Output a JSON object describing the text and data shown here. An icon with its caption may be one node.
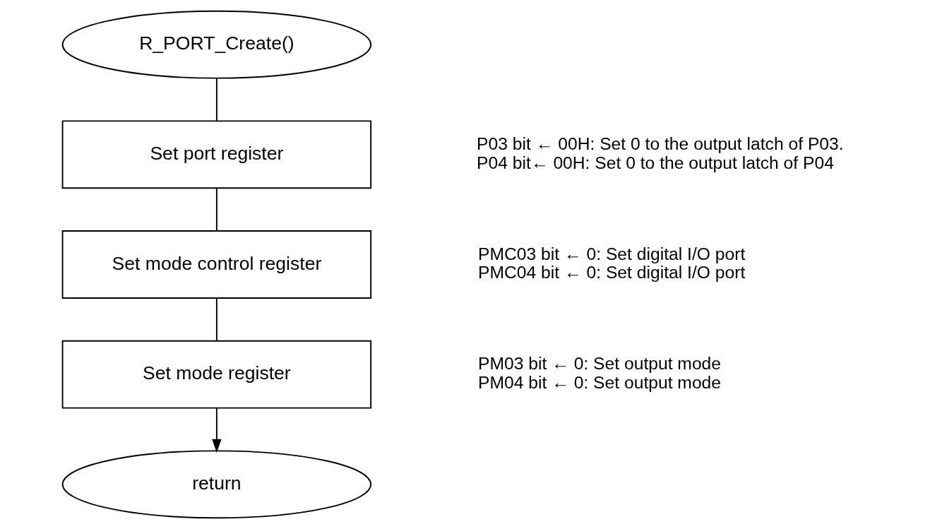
{
  "diagram": {
    "nodes": [
      {
        "text": [
          "R_PORT_Create()"
        ]
      },
      {
        "text": [
          "Set port register"
        ],
        "beside": [
          "P03 bit ← 00H: Set 0 to the output latch of P03.",
          "P04 bit← 00H: Set 0 to the output latch of P04"
        ]
      },
      {
        "text": [
          "Set mode control register"
        ],
        "beside": [
          "PMC03 bit ← 0: Set digital I/O port",
          "PMC04 bit ← 0: Set digital I/O port"
        ]
      },
      {
        "text": [
          "Set mode register"
        ],
        "beside": [
          "PM03 bit ← 0: Set output mode",
          "PM04 bit ← 0: Set output mode"
        ]
      },
      {
        "text": [
          "return"
        ]
      }
    ],
    "edges": [
      {
        "from": 0,
        "to": 1,
        "arrow": "none"
      },
      {
        "from": 1,
        "to": 2,
        "arrow": "none"
      },
      {
        "from": 2,
        "to": 3,
        "arrow": "none"
      },
      {
        "from": 3,
        "to": 4,
        "arrow": "to"
      }
    ]
  }
}
